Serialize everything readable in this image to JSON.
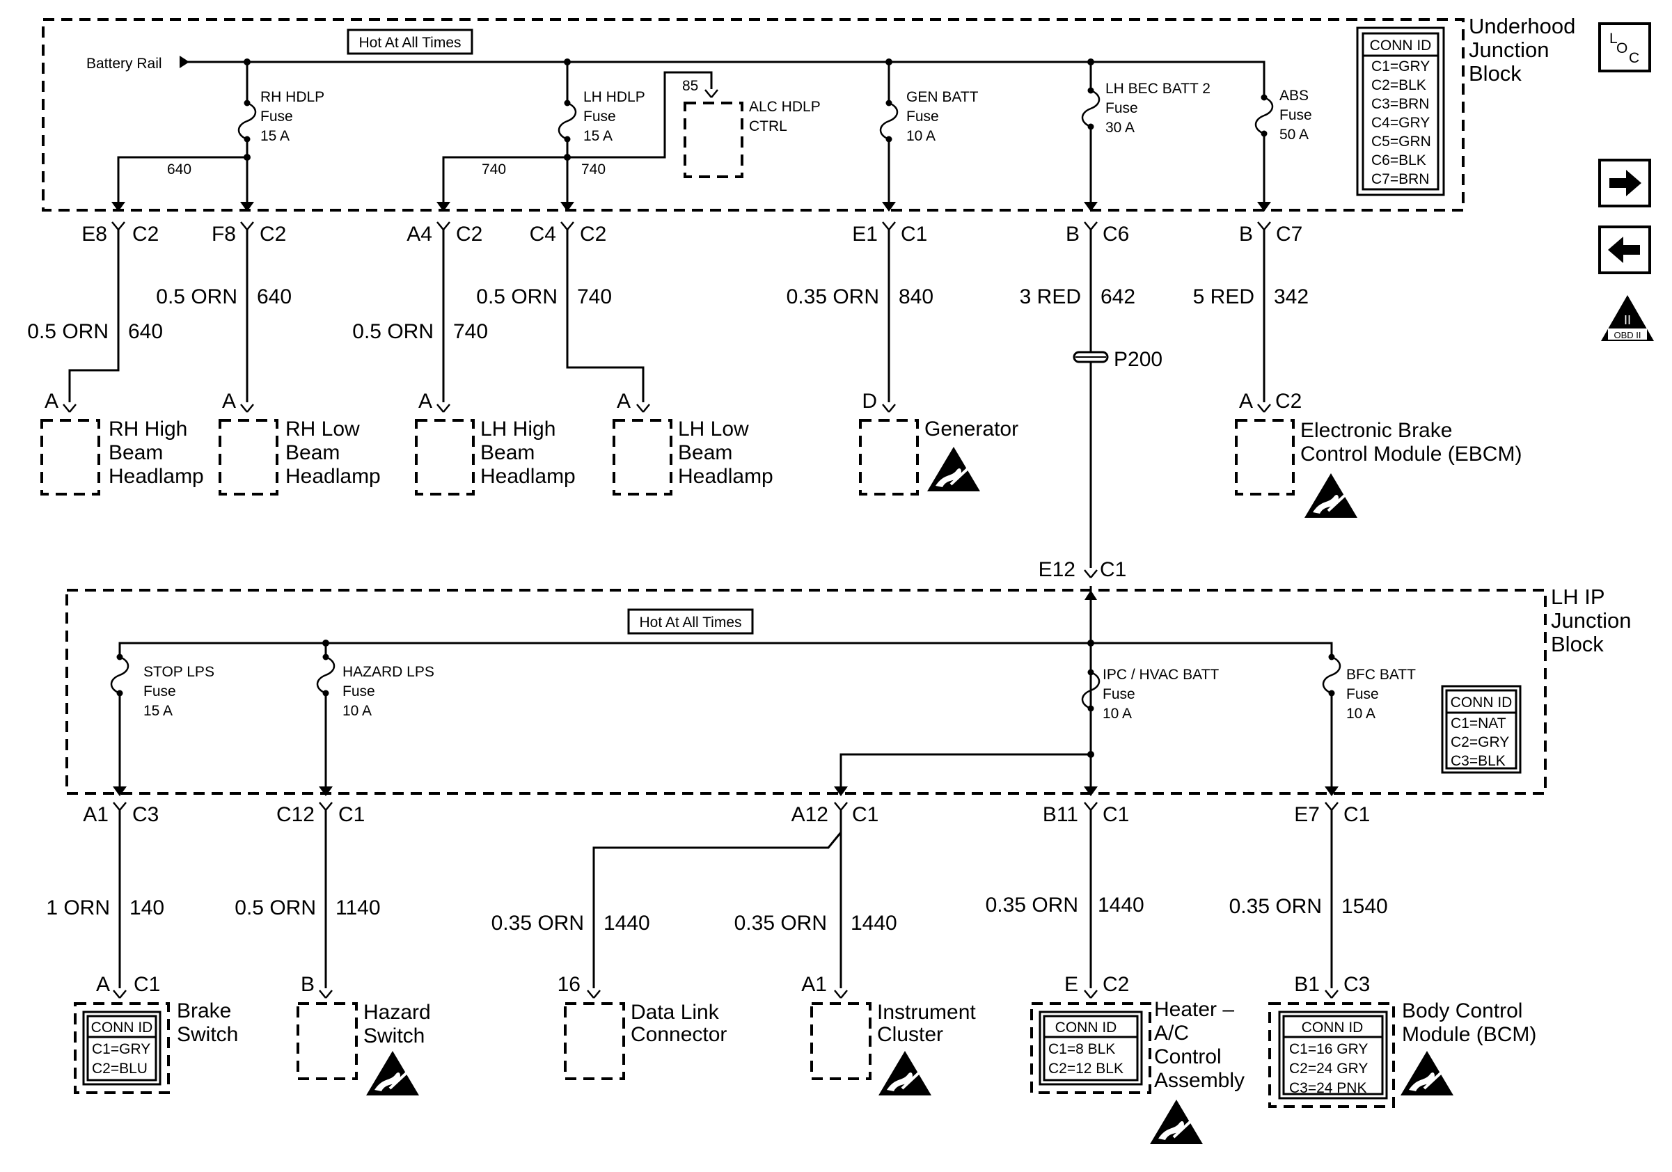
{
  "blocks": {
    "underhood": {
      "title": [
        "Underhood",
        "Junction",
        "Block"
      ],
      "hot": "Hot At All Times"
    },
    "lhip": {
      "title": [
        "LH IP",
        "Junction",
        "Block"
      ],
      "hot": "Hot At All Times"
    }
  },
  "battery_rail": "Battery Rail",
  "underhood_conn": {
    "title": "CONN ID",
    "items": [
      "C1=GRY",
      "C2=BLK",
      "C3=BRN",
      "C4=GRY",
      "C5=GRN",
      "C6=BLK",
      "C7=BRN"
    ]
  },
  "lhip_conn": {
    "title": "CONN ID",
    "items": [
      "C1=NAT",
      "C2=GRY",
      "C3=BLK"
    ]
  },
  "fuses_upper": [
    {
      "lines": [
        "RH HDLP",
        "Fuse",
        "15 A"
      ]
    },
    {
      "lines": [
        "LH HDLP",
        "Fuse",
        "15 A"
      ]
    },
    {
      "lines": [
        "GEN BATT",
        "Fuse",
        "10 A"
      ]
    },
    {
      "lines": [
        "LH BEC BATT 2",
        "Fuse",
        "30 A"
      ]
    },
    {
      "lines": [
        "ABS",
        "Fuse",
        "50 A"
      ]
    }
  ],
  "alc": {
    "pin": "85",
    "lines": [
      "ALC HDLP",
      "CTRL"
    ]
  },
  "upper_circuits": {
    "c640": "640",
    "c740a": "740",
    "c740b": "740"
  },
  "upper_terms": [
    {
      "pin": "E8",
      "conn": "C2"
    },
    {
      "pin": "F8",
      "conn": "C2"
    },
    {
      "pin": "A4",
      "conn": "C2"
    },
    {
      "pin": "C4",
      "conn": "C2"
    },
    {
      "pin": "E1",
      "conn": "C1"
    },
    {
      "pin": "B",
      "conn": "C6"
    },
    {
      "pin": "B",
      "conn": "C7"
    }
  ],
  "upper_wires": [
    {
      "color": "0.5 ORN",
      "circuit": "640"
    },
    {
      "color": "0.5 ORN",
      "circuit": "640"
    },
    {
      "color": "0.5 ORN",
      "circuit": "740"
    },
    {
      "color": "0.5 ORN",
      "circuit": "740"
    },
    {
      "color": "0.35 ORN",
      "circuit": "840"
    },
    {
      "color": "3 RED",
      "circuit": "642"
    },
    {
      "color": "5 RED",
      "circuit": "342"
    }
  ],
  "splice": "P200",
  "upper_loads": [
    {
      "pin": "A",
      "lines": [
        "RH High",
        "Beam",
        "Headlamp"
      ]
    },
    {
      "pin": "A",
      "lines": [
        "RH Low",
        "Beam",
        "Headlamp"
      ]
    },
    {
      "pin": "A",
      "lines": [
        "LH High",
        "Beam",
        "Headlamp"
      ]
    },
    {
      "pin": "A",
      "lines": [
        "LH Low",
        "Beam",
        "Headlamp"
      ]
    },
    {
      "pin": "D",
      "lines": [
        "Generator"
      ]
    },
    {
      "pin": "A",
      "conn": "C2",
      "lines": [
        "Electronic Brake",
        "Control Module (EBCM)"
      ]
    }
  ],
  "lhip_input": {
    "pin": "E12",
    "conn": "C1"
  },
  "fuses_lower": [
    {
      "lines": [
        "STOP LPS",
        "Fuse",
        "15 A"
      ]
    },
    {
      "lines": [
        "HAZARD LPS",
        "Fuse",
        "10 A"
      ]
    },
    {
      "lines": [
        "IPC / HVAC BATT",
        "Fuse",
        "10 A"
      ]
    },
    {
      "lines": [
        "BFC BATT",
        "Fuse",
        "10 A"
      ]
    }
  ],
  "lower_terms": [
    {
      "pin": "A1",
      "conn": "C3"
    },
    {
      "pin": "C12",
      "conn": "C1"
    },
    {
      "pin": "A12",
      "conn": "C1"
    },
    {
      "pin": "B11",
      "conn": "C1"
    },
    {
      "pin": "E7",
      "conn": "C1"
    }
  ],
  "lower_wires": [
    {
      "color": "1 ORN",
      "circuit": "140"
    },
    {
      "color": "0.5 ORN",
      "circuit": "1140"
    },
    {
      "color": "0.35 ORN",
      "circuit": "1440"
    },
    {
      "color": "0.35 ORN",
      "circuit": "1440"
    },
    {
      "color": "0.35 ORN",
      "circuit": "1440"
    },
    {
      "color": "0.35 ORN",
      "circuit": "1540"
    }
  ],
  "lower_loads": [
    {
      "pin": "A",
      "conn": "C1",
      "lines": [
        "Brake",
        "Switch"
      ],
      "ids": {
        "title": "CONN ID",
        "items": [
          "C1=GRY",
          "C2=BLU"
        ]
      }
    },
    {
      "pin": "B",
      "lines": [
        "Hazard",
        "Switch"
      ]
    },
    {
      "pin": "16",
      "lines": [
        "Data Link",
        "Connector"
      ]
    },
    {
      "pin": "A1",
      "lines": [
        "Instrument",
        "Cluster"
      ]
    },
    {
      "pin": "E",
      "conn": "C2",
      "lines": [
        "Heater –",
        "A/C",
        "Control",
        "Assembly"
      ],
      "ids": {
        "title": "CONN ID",
        "items": [
          "C1=8 BLK",
          "C2=12 BLK"
        ]
      }
    },
    {
      "pin": "B1",
      "conn": "C3",
      "lines": [
        "Body Control",
        "Module (BCM)"
      ],
      "ids": {
        "title": "CONN ID",
        "items": [
          "C1=16 GRY",
          "C2=24 GRY",
          "C3=24 PNK"
        ]
      }
    }
  ],
  "side_icons": {
    "loc": [
      "L",
      "O",
      "C"
    ],
    "obd": "II",
    "obd_label": "OBD II"
  }
}
